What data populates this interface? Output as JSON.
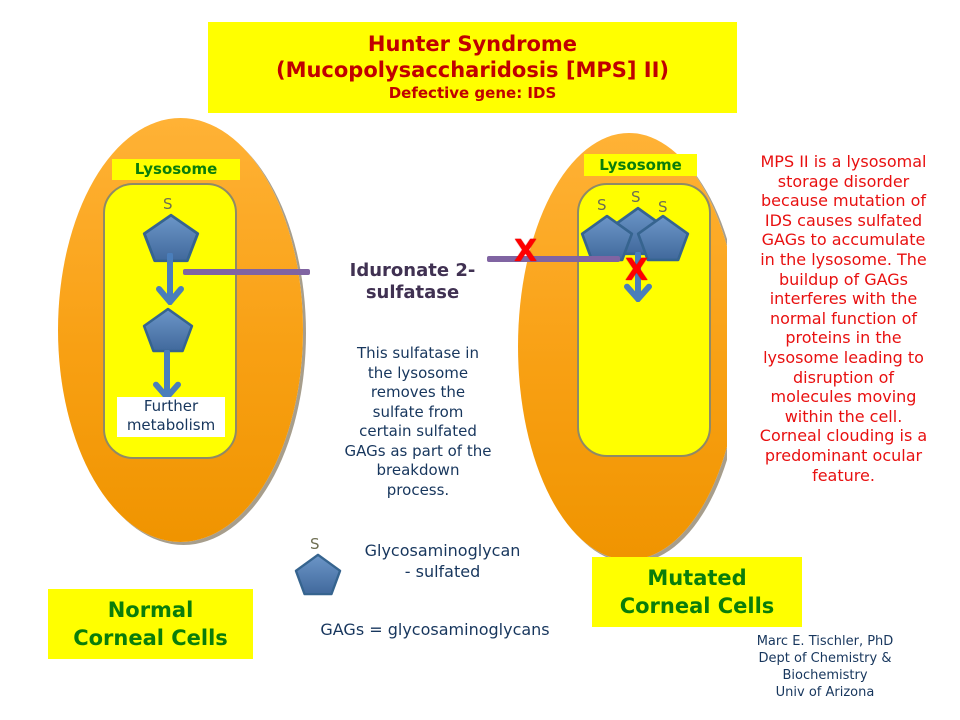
{
  "title": {
    "line1": "Hunter Syndrome",
    "line2": "(Mucopolysaccharidosis [MPS] II)",
    "line3": "Defective gene: IDS"
  },
  "symbols": {
    "sulfate": "S",
    "x_mark": "X"
  },
  "normal_cell": {
    "lysosome_label": "Lysosome",
    "further_metabolism": "Further\nmetabolism",
    "caption": "Normal\nCorneal Cells"
  },
  "mutated_cell": {
    "lysosome_label": "Lysosome",
    "caption": "Mutated\nCorneal Cells"
  },
  "enzyme": {
    "name": "Iduronate 2-\nsulfatase",
    "description": "This sulfatase in\nthe lysosome\nremoves the\nsulfate from\ncertain sulfated\nGAGs as part of the\nbreakdown\nprocess."
  },
  "mps_note": "MPS II is a lysosomal\nstorage disorder\nbecause mutation of\nIDS causes sulfated\nGAGs to accumulate\nin the lysosome. The\nbuildup of GAGs\ninterferes with the\nnormal function of\nproteins in the\nlysosome leading to\ndisruption of\nmolecules moving\nwithin the cell.\nCorneal clouding is a\npredominant ocular\nfeature.",
  "legend": {
    "pentagon_label": "Glycosaminoglycan\n- sulfated",
    "gags_definition": "GAGs = glycosaminoglycans"
  },
  "attribution": "Marc E. Tischler, PhD\nDept of Chemistry &\nBiochemistry\nUniv of Arizona",
  "colors": {
    "accent_yellow": "#FFFF00",
    "cell_orange": "#F8A013",
    "title_red": "#C00000",
    "label_green": "#0A7D0A",
    "body_navy": "#17365D",
    "warning_red": "#E81010",
    "enzyme_purple": "#403152",
    "pointer_purple": "#8064A2",
    "gag_blue": "#4F81BD"
  }
}
